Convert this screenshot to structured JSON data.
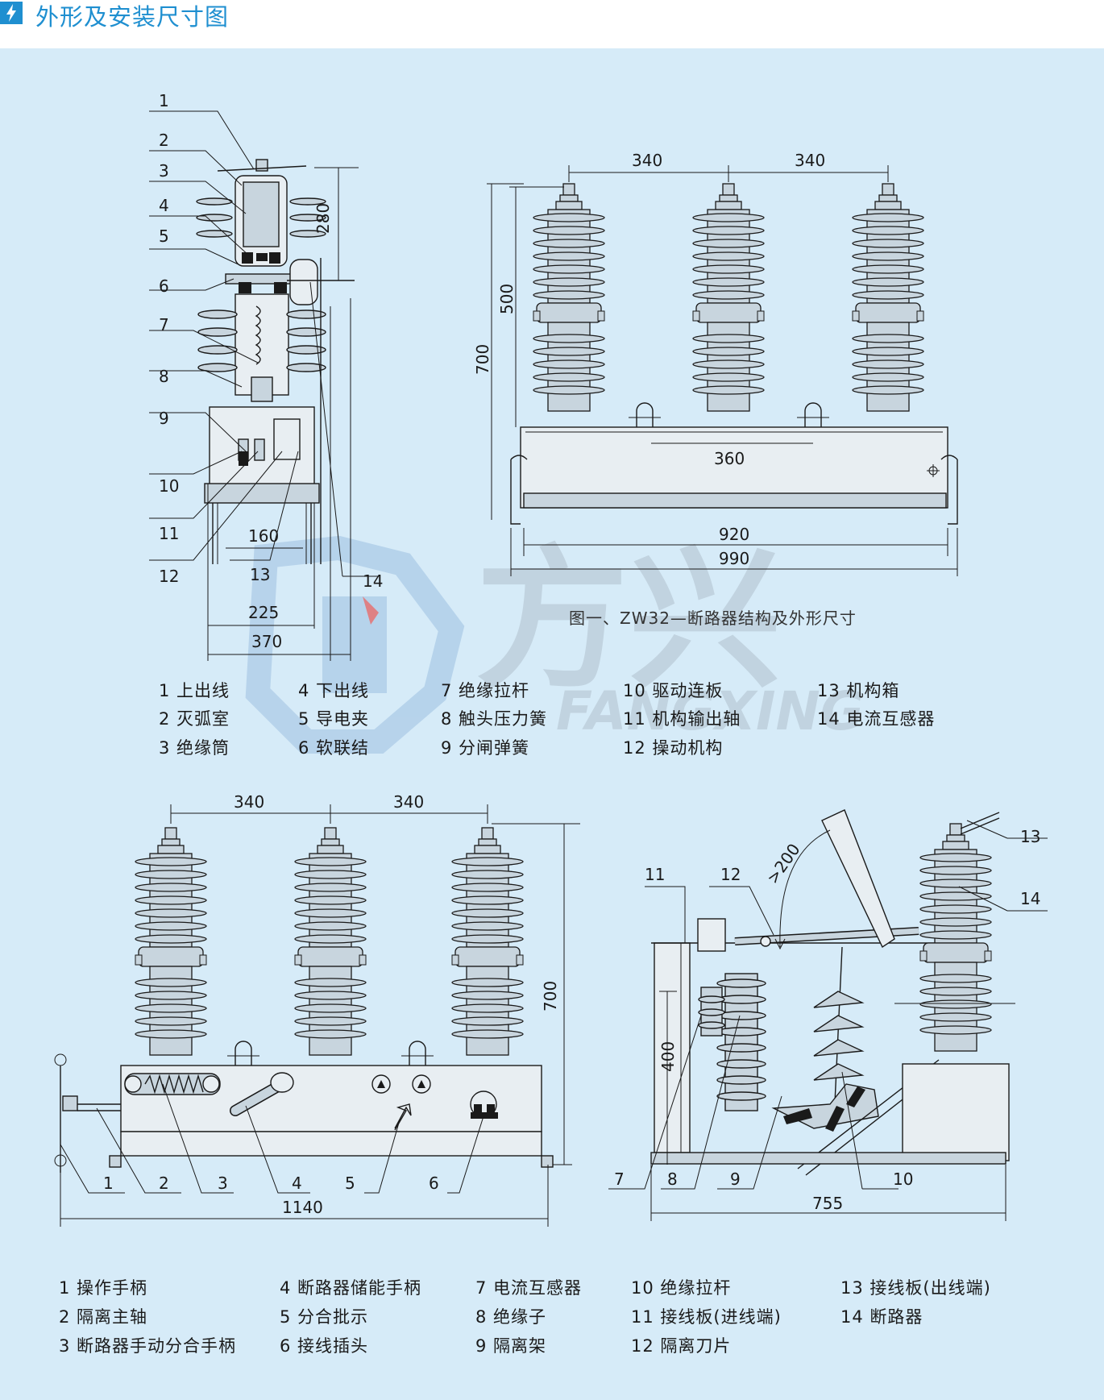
{
  "header": {
    "title": "外形及安装尺寸图"
  },
  "colors": {
    "accent": "#1f8fd0",
    "panel": "#d6ebf8"
  },
  "watermark": {
    "text": "方兴",
    "latin": "FANGXING"
  },
  "figure1": {
    "caption": "图一、ZW32—断路器结构及外形尺寸",
    "side_callouts": [
      "1",
      "2",
      "3",
      "4",
      "5",
      "6",
      "7",
      "8",
      "9",
      "10",
      "11",
      "12",
      "13",
      "14"
    ],
    "side_dims": {
      "d280": "280",
      "d160": "160",
      "d225": "225",
      "d370": "370"
    },
    "front_dims": {
      "d340a": "340",
      "d340b": "340",
      "d360": "360",
      "d500": "500",
      "d700": "700",
      "d920": "920",
      "d990": "990"
    },
    "legend": [
      "1 上出线",
      "2 灭弧室",
      "3 绝缘筒",
      "4 下出线",
      "5 导电夹",
      "6 软联结",
      "7 绝缘拉杆",
      "8 触头压力簧",
      "9 分闸弹簧",
      "10 驱动连板",
      "11 机构输出轴",
      "12 操动机构",
      "13 机构箱",
      "14 电流互感器"
    ]
  },
  "figure2": {
    "front_callouts": [
      "1",
      "2",
      "3",
      "4",
      "5",
      "6"
    ],
    "front_dims": {
      "d340a": "340",
      "d340b": "340",
      "d700": "700",
      "d1140": "1140"
    },
    "side_callouts": [
      "7",
      "8",
      "9",
      "10",
      "11",
      "12",
      "13",
      "14"
    ],
    "side_dims": {
      "d200": ">200",
      "d400": "400",
      "d755": "755"
    },
    "legend": [
      "1 操作手柄",
      "2 隔离主轴",
      "3 断路器手动分合手柄",
      "4 断路器储能手柄",
      "5 分合批示",
      "6 接线插头",
      "7 电流互感器",
      "8 绝缘子",
      "9 隔离架",
      "10 绝缘拉杆",
      "11 接线板(进线端)",
      "12 隔离刀片",
      "13 接线板(出线端)",
      "14 断路器"
    ]
  }
}
